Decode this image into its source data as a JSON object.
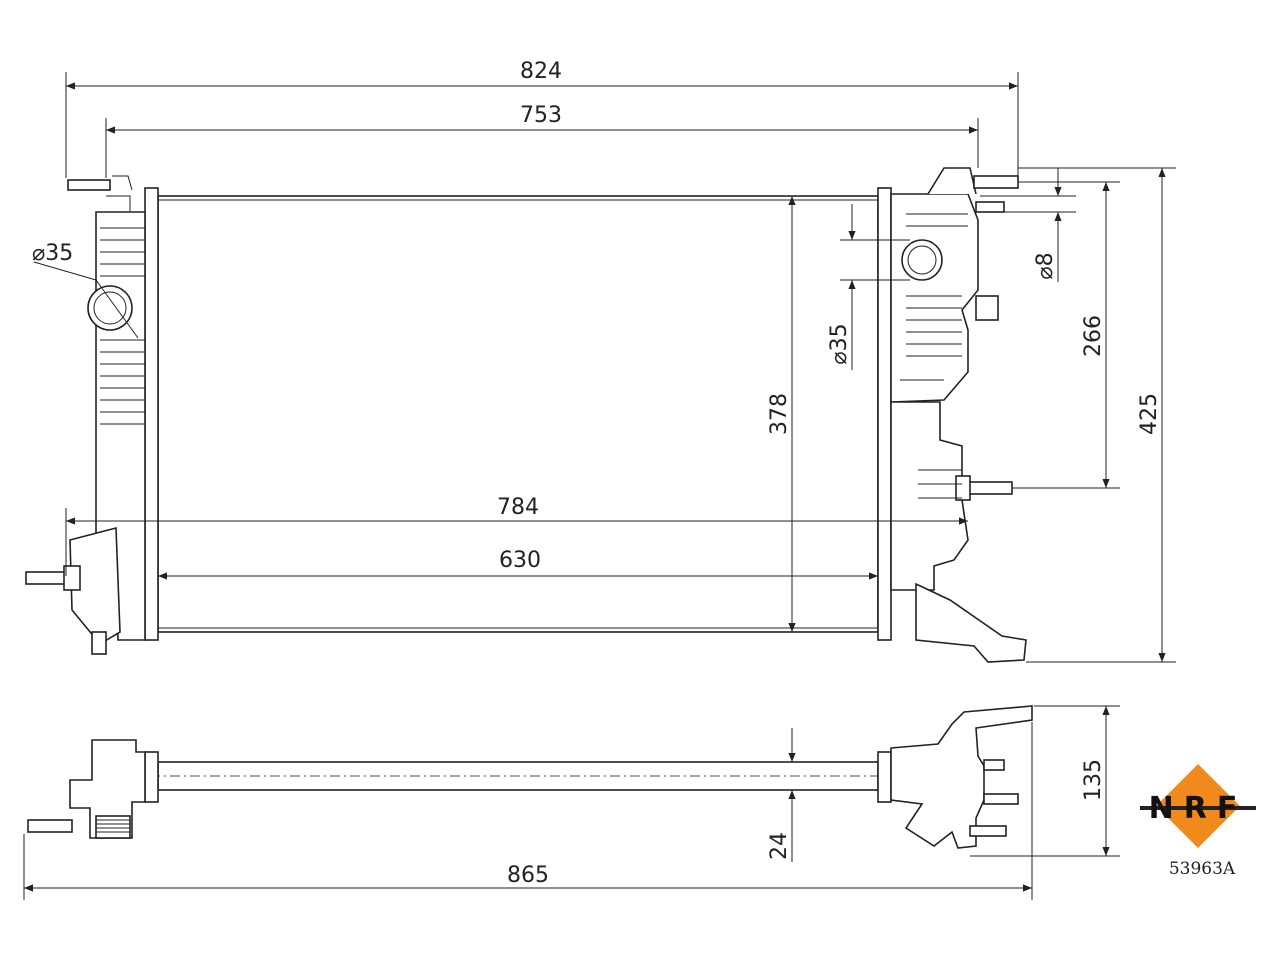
{
  "dimensions": {
    "overall_width": "824",
    "tank_width": "753",
    "core_height": "378",
    "core_width_outer": "784",
    "core_width_inner": "630",
    "inlet_diameter_left": "⌀35",
    "outlet_diameter_right": "⌀35",
    "vent_diameter": "⌀8",
    "mount_height": "266",
    "overall_height": "425",
    "depth": "135",
    "core_depth": "24",
    "total_length": "865"
  },
  "brand": {
    "logo_text": "NRF",
    "logo_color": "#f08a1c",
    "part_number": "53963A"
  }
}
